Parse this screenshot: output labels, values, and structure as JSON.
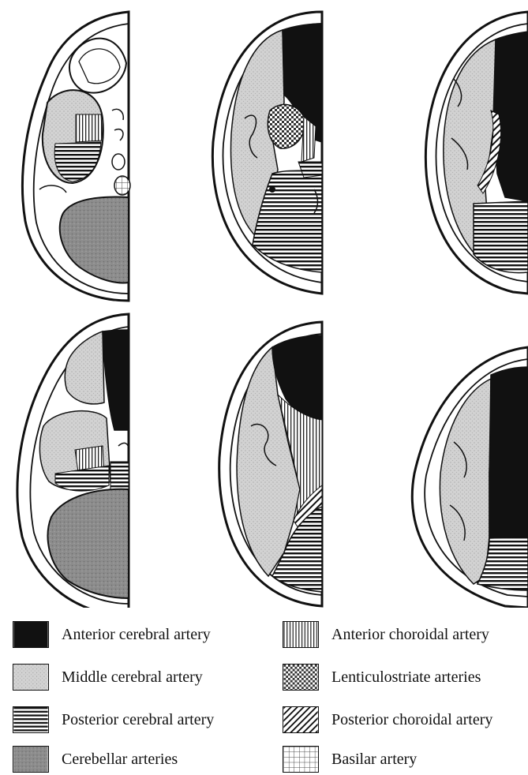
{
  "figure": {
    "sections": [
      "top-left",
      "top-middle",
      "top-right",
      "bottom-left",
      "bottom-middle",
      "bottom-right"
    ]
  },
  "legend": {
    "items": [
      {
        "key": "aca",
        "label": "Anterior cerebral artery",
        "pattern": "solid-black"
      },
      {
        "key": "mca",
        "label": "Middle cerebral artery",
        "pattern": "light-stipple"
      },
      {
        "key": "pca",
        "label": "Posterior cerebral artery",
        "pattern": "horizontal-lines"
      },
      {
        "key": "cereb",
        "label": "Cerebellar arteries",
        "pattern": "dark-stipple"
      },
      {
        "key": "achor",
        "label": "Anterior choroidal artery",
        "pattern": "vertical-lines"
      },
      {
        "key": "lent",
        "label": "Lenticulostriate arteries",
        "pattern": "checker-dots"
      },
      {
        "key": "pchor",
        "label": "Posterior choroidal artery",
        "pattern": "diagonal-lines"
      },
      {
        "key": "basilar",
        "label": "Basilar artery",
        "pattern": "grid"
      }
    ]
  },
  "colors": {
    "ink": "#111111",
    "mca_fill": "#d2d2d2",
    "cerebellar_fill": "#8c8c8c",
    "background": "#ffffff"
  }
}
